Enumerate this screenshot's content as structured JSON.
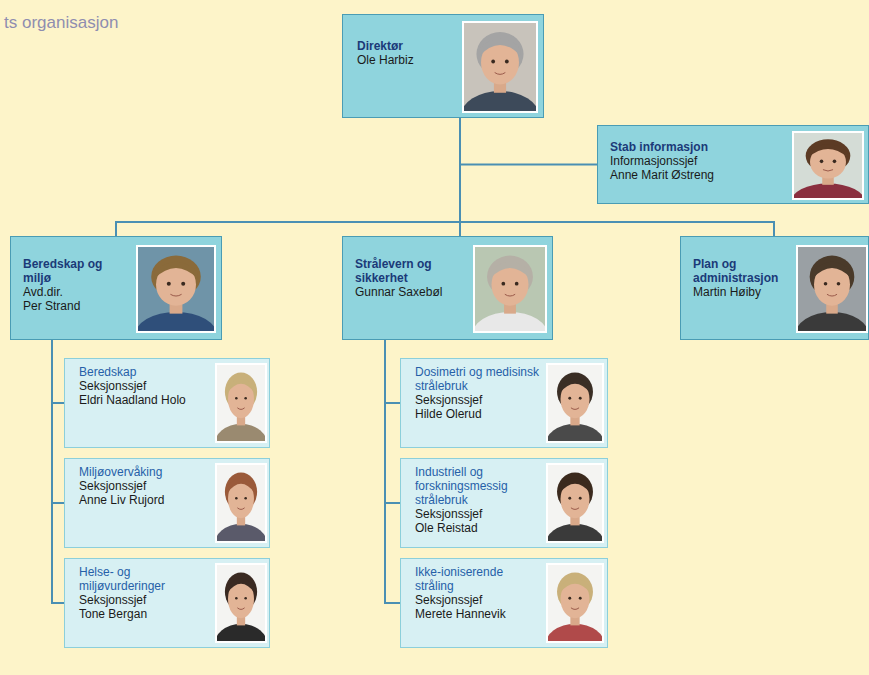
{
  "diagram": {
    "title": "ts organisasjon",
    "nodes": [
      {
        "text": [
          "Direktør",
          "Ole Harbiz"
        ]
      },
      {
        "text": [
          "Stab informasjon",
          "Informasjonssjef",
          "Anne Marit Østreng"
        ]
      },
      {
        "text": [
          "Beredskap og miljø",
          "Avd.dir.",
          "Per Strand"
        ]
      },
      {
        "text": [
          "Strålevern og sikkerhet",
          "Gunnar Saxebøl"
        ]
      },
      {
        "text": [
          "Plan og administrasjon",
          "Martin Høiby"
        ]
      },
      {
        "text": [
          "Beredskap",
          "Seksjonssjef",
          "Eldri Naadland Holo"
        ]
      },
      {
        "text": [
          "Miljøovervåking",
          "Seksjonssjef",
          "Anne Liv Rujord"
        ]
      },
      {
        "text": [
          "Helse- og miljøvurderinger",
          "Seksjonssjef",
          "Tone Bergan"
        ]
      },
      {
        "text": [
          "Dosimetri og medisinsk strålebruk",
          "Seksjonssjef",
          "Hilde Olerud"
        ]
      },
      {
        "text": [
          "Industriell og forskningsmessig strålebruk",
          "Seksjonssjef",
          "Ole Reistad"
        ]
      },
      {
        "text": [
          "Ikke-ioniserende stråling",
          "Seksjonssjef",
          "Merete Hannevik"
        ]
      }
    ],
    "edges": [
      {
        "from": 0,
        "to": 1,
        "arrow": "none"
      },
      {
        "from": 0,
        "to": 2,
        "arrow": "none"
      },
      {
        "from": 0,
        "to": 3,
        "arrow": "none"
      },
      {
        "from": 0,
        "to": 4,
        "arrow": "none"
      },
      {
        "from": 2,
        "to": 5,
        "arrow": "none"
      },
      {
        "from": 2,
        "to": 6,
        "arrow": "none"
      },
      {
        "from": 2,
        "to": 7,
        "arrow": "none"
      },
      {
        "from": 3,
        "to": 8,
        "arrow": "none"
      },
      {
        "from": 3,
        "to": 9,
        "arrow": "none"
      },
      {
        "from": 3,
        "to": 10,
        "arrow": "none"
      }
    ]
  }
}
